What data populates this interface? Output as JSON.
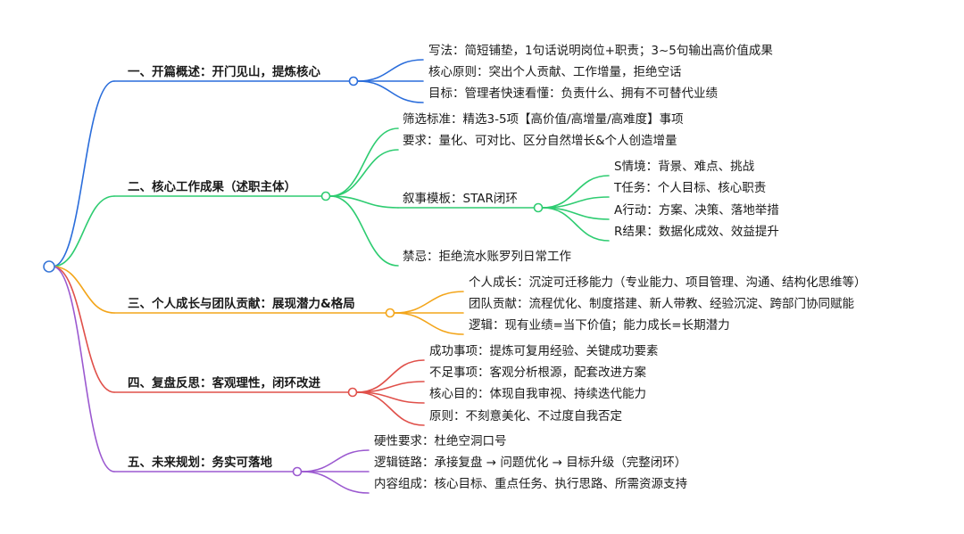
{
  "colors": {
    "root": "#3a78d8",
    "branches": [
      "#2a6ddb",
      "#2ecc71",
      "#f3a51a",
      "#e0504a",
      "#9b59d0"
    ]
  },
  "branches": [
    {
      "label": "一、开篇概述：开门见山，提炼核心",
      "children": [
        {
          "label": "写法：简短铺垫，1句话说明岗位+职责；3~5句输出高价值成果"
        },
        {
          "label": "核心原则：突出个人贡献、工作增量，拒绝空话"
        },
        {
          "label": "目标：管理者快速看懂：负责什么、拥有不可替代业绩"
        }
      ]
    },
    {
      "label": "二、核心工作成果（述职主体）",
      "children": [
        {
          "label": "筛选标准：精选3-5项【高价值/高增量/高难度】事项"
        },
        {
          "label": "要求：量化、可对比、区分自然增长&个人创造增量"
        },
        {
          "label": "叙事模板：STAR闭环",
          "children": [
            {
              "label": "S情境：背景、难点、挑战"
            },
            {
              "label": "T任务：个人目标、核心职责"
            },
            {
              "label": "A行动：方案、决策、落地举措"
            },
            {
              "label": "R结果：数据化成效、效益提升"
            }
          ]
        },
        {
          "label": "禁忌：拒绝流水账罗列日常工作"
        }
      ]
    },
    {
      "label": "三、个人成长与团队贡献：展现潜力&格局",
      "children": [
        {
          "label": "个人成长：沉淀可迁移能力（专业能力、项目管理、沟通、结构化思维等）"
        },
        {
          "label": "团队贡献：流程优化、制度搭建、新人带教、经验沉淀、跨部门协同赋能"
        },
        {
          "label": "逻辑：现有业绩=当下价值；能力成长=长期潜力"
        }
      ]
    },
    {
      "label": "四、复盘反思：客观理性，闭环改进",
      "children": [
        {
          "label": "成功事项：提炼可复用经验、关键成功要素"
        },
        {
          "label": "不足事项：客观分析根源，配套改进方案"
        },
        {
          "label": "核心目的：体现自我审视、持续迭代能力"
        },
        {
          "label": "原则：不刻意美化、不过度自我否定"
        }
      ]
    },
    {
      "label": "五、未来规划：务实可落地",
      "children": [
        {
          "label": "硬性要求：杜绝空洞口号"
        },
        {
          "label": "逻辑链路：承接复盘 → 问题优化 → 目标升级（完整闭环）"
        },
        {
          "label": "内容组成：核心目标、重点任务、执行思路、所需资源支持"
        }
      ]
    }
  ]
}
